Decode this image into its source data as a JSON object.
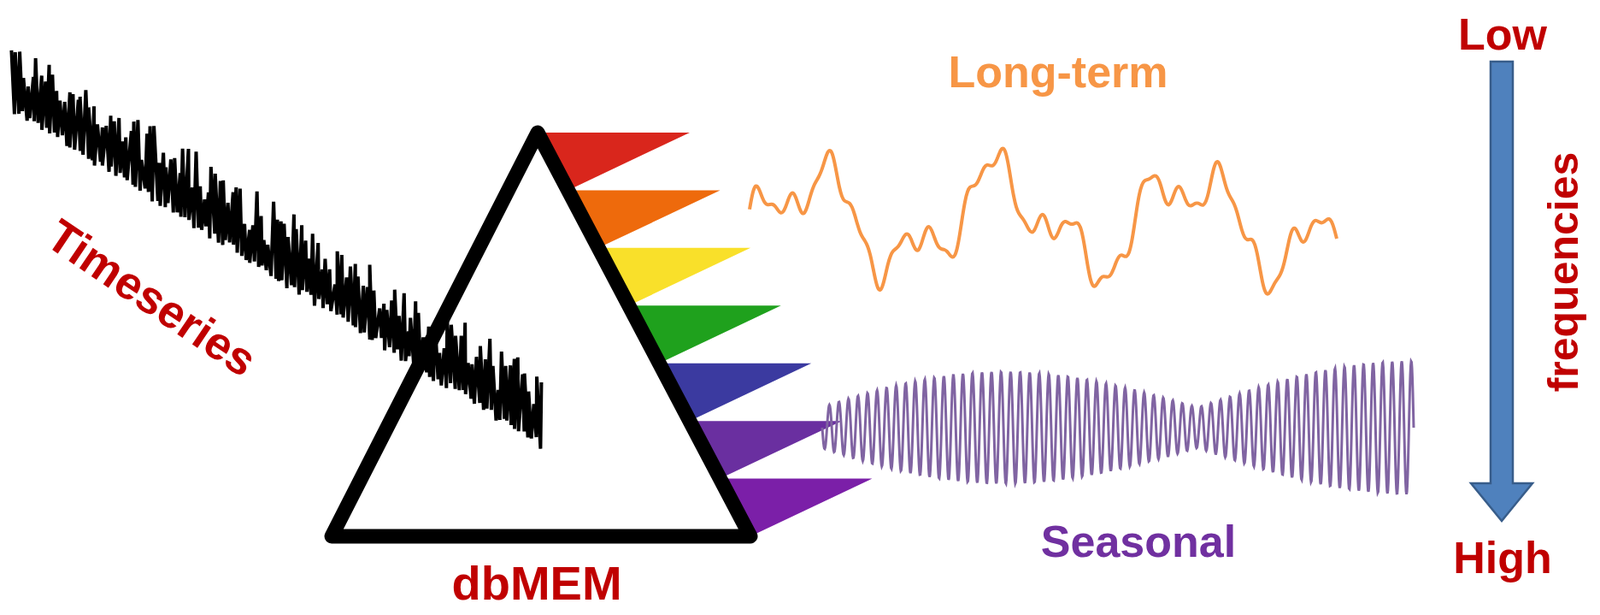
{
  "diagram": {
    "labels": [
      "Timeseries",
      "dbMEM",
      "Long-term",
      "Seasonal",
      "Low",
      "frequencies",
      "High"
    ]
  }
}
